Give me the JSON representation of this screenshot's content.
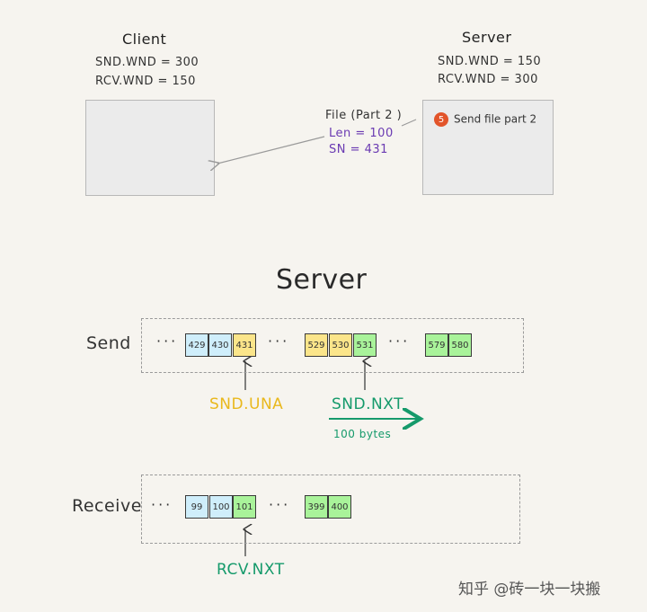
{
  "client": {
    "title": "Client",
    "snd_wnd": "SND.WND = 300",
    "rcv_wnd": "RCV.WND = 150"
  },
  "server": {
    "title": "Server",
    "snd_wnd": "SND.WND = 150",
    "rcv_wnd": "RCV.WND = 300"
  },
  "action": {
    "badge": "5",
    "text": "Send file part 2"
  },
  "packet": {
    "title": "File (Part 2 )",
    "len": "Len = 100",
    "sn": "SN = 431"
  },
  "section_title": "Server",
  "send": {
    "label": "Send",
    "ellipsis": "···",
    "cells_a": [
      "429",
      "430",
      "431"
    ],
    "cells_b": [
      "529",
      "530",
      "531"
    ],
    "cells_c": [
      "579",
      "580"
    ],
    "snd_una": "SND.UNA",
    "snd_nxt": "SND.NXT",
    "bytes": "100 bytes"
  },
  "receive": {
    "label": "Receive",
    "ellipsis": "···",
    "cells_a": [
      "99",
      "100",
      "101"
    ],
    "cells_b": [
      "399",
      "400"
    ],
    "rcv_nxt": "RCV.NXT"
  },
  "watermark": "知乎 @砖一块一块搬",
  "colors": {
    "blue": "#cfeefb",
    "yellow": "#fbe58a",
    "green": "#a9f39a",
    "accent_yellow": "#e9b81c",
    "accent_green": "#159a6b",
    "purple": "#6a3ab2"
  }
}
